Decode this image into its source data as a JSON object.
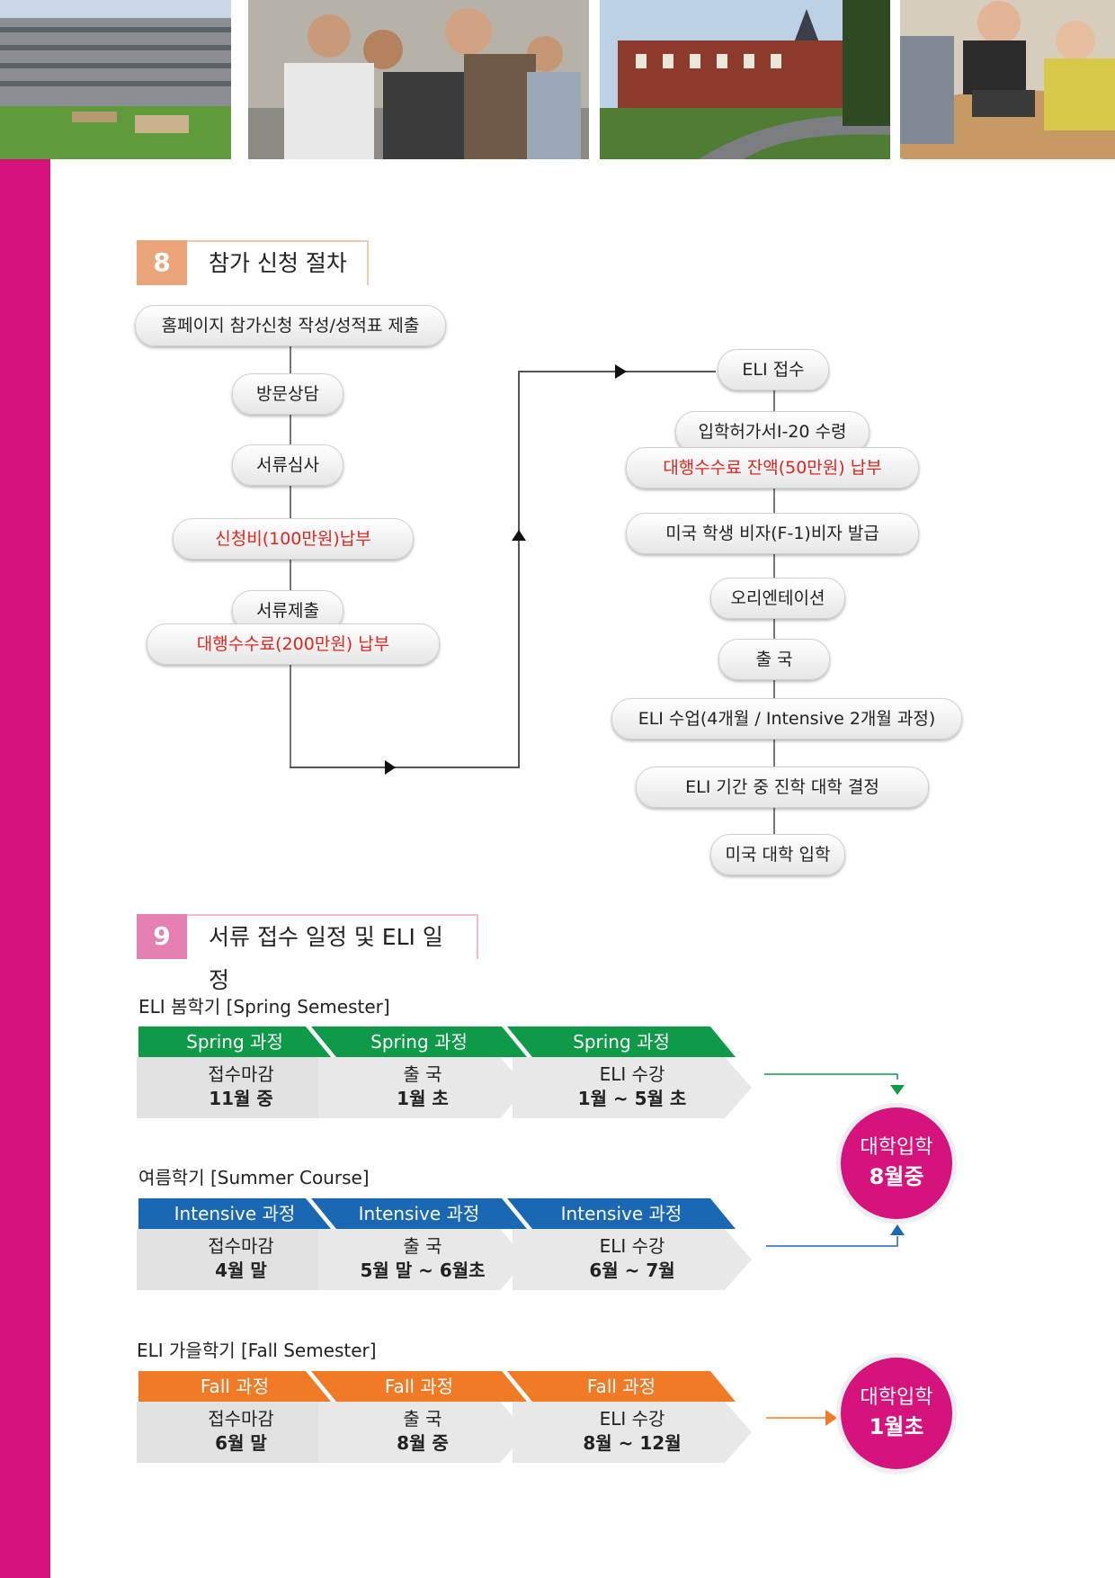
{
  "section8": {
    "number": "8",
    "title": "참가 신청 절차",
    "left_steps": [
      "홈페이지 참가신청 작성/성적표 제출",
      "방문상담",
      "서류심사",
      "신청비(100만원)납부",
      "서류제출",
      "대행수수료(200만원) 납부"
    ],
    "right_steps": [
      "ELI 접수",
      "입학허가서I-20 수령",
      "대행수수료 잔액(50만원) 납부",
      "미국 학생 비자(F-1)비자 발급",
      "오리엔테이션",
      "출 국",
      "ELI 수업(4개월 / Intensive 2개월 과정)",
      "ELI 기간 중 진학 대학 결정",
      "미국 대학 입학"
    ]
  },
  "section9": {
    "number": "9",
    "title": "서류 접수 일정 및 ELI 일정",
    "semesters": [
      {
        "label": "ELI 봄학기 [Spring Semester]",
        "steps": [
          {
            "header": "Spring 과정",
            "line1": "접수마감",
            "line2": "11월 중"
          },
          {
            "header": "Spring 과정",
            "line1": "출 국",
            "line2": "1월 초"
          },
          {
            "header": "Spring 과정",
            "line1": "ELI 수강",
            "line2": "1월 ~ 5월 초"
          }
        ]
      },
      {
        "label": "여름학기 [Summer Course]",
        "steps": [
          {
            "header": "Intensive 과정",
            "line1": "접수마감",
            "line2": "4월 말"
          },
          {
            "header": "Intensive 과정",
            "line1": "출 국",
            "line2": "5월 말 ~ 6월초"
          },
          {
            "header": "Intensive 과정",
            "line1": "ELI 수강",
            "line2": "6월 ~ 7월"
          }
        ]
      },
      {
        "label": "ELI 가을학기 [Fall Semester]",
        "steps": [
          {
            "header": "Fall 과정",
            "line1": "접수마감",
            "line2": "6월 말"
          },
          {
            "header": "Fall 과정",
            "line1": "출 국",
            "line2": "8월 중"
          },
          {
            "header": "Fall 과정",
            "line1": "ELI 수강",
            "line2": "8월 ~ 12월"
          }
        ]
      }
    ],
    "results": [
      {
        "line1": "대학입학",
        "line2": "8월중"
      },
      {
        "line1": "대학입학",
        "line2": "1월초"
      }
    ]
  },
  "colors": {
    "accent_pink": "#d6137c",
    "section8_tab": "#f3c9ae",
    "section8_number": "#e9a47a",
    "section9_tab": "#f2b8d3",
    "section9_number": "#e780b2",
    "spring_green": "#0e9a48",
    "summer_blue": "#1a67b3",
    "fall_orange": "#f07a26",
    "highlight_red": "#e0261f"
  }
}
